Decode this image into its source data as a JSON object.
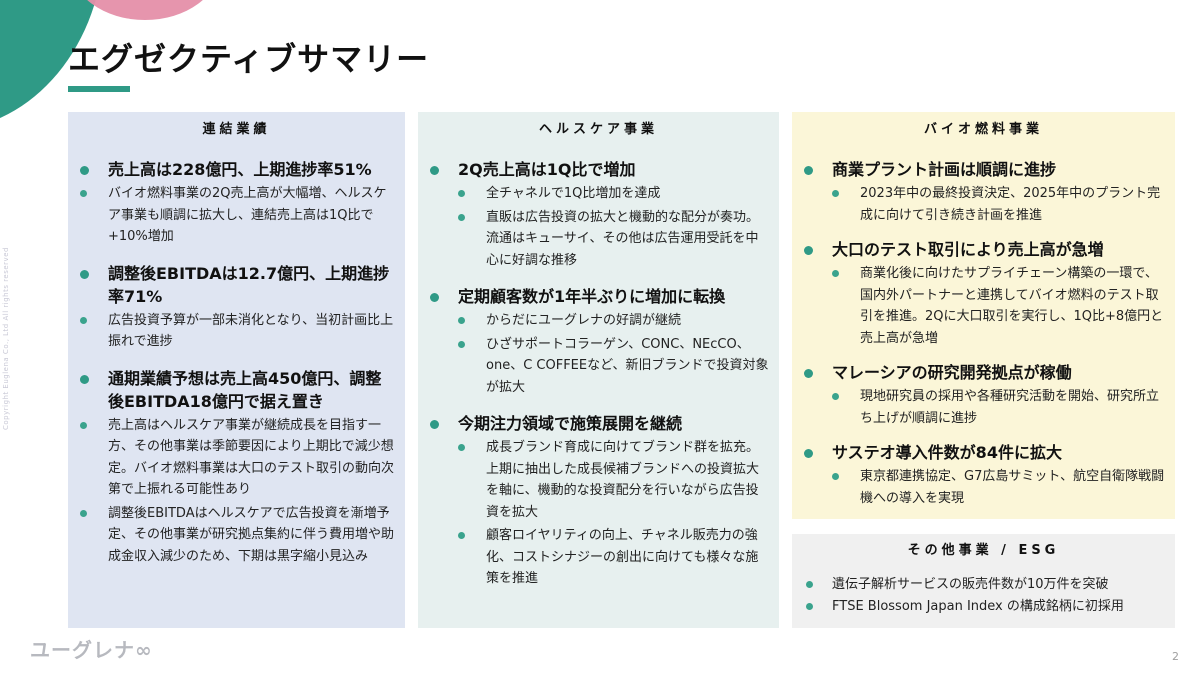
{
  "title": "エグゼクティブサマリー",
  "copyright": "Copyright Euglena Co., Ltd All rights reserved",
  "logo_text": "ユーグレナ∞",
  "page_number": "2",
  "accent_color": "#2f9a86",
  "columns": {
    "consolidated": {
      "header": "連結業績",
      "sections": [
        {
          "title": "売上高は228億円、上期進捗率51%",
          "items": [
            "バイオ燃料事業の2Q売上高が大幅増、ヘルスケア事業も順調に拡大し、連結売上高は1Q比で+10%増加"
          ]
        },
        {
          "title": "調整後EBITDAは12.7億円、上期進捗率71%",
          "items": [
            "広告投資予算が一部未消化となり、当初計画比上振れで進捗"
          ]
        },
        {
          "title": "通期業績予想は売上高450億円、調整後EBITDA18億円で据え置き",
          "items": [
            "売上高はヘルスケア事業が継続成長を目指す一方、その他事業は季節要因により上期比で減少想定。バイオ燃料事業は大口のテスト取引の動向次第で上振れる可能性あり",
            "調整後EBITDAはヘルスケアで広告投資を漸増予定、その他事業が研究拠点集約に伴う費用増や助成金収入減少のため、下期は黒字縮小見込み"
          ]
        }
      ]
    },
    "healthcare": {
      "header": "ヘルスケア事業",
      "sections": [
        {
          "title": "2Q売上高は1Q比で増加",
          "items": [
            "全チャネルで1Q比増加を達成",
            "直販は広告投資の拡大と機動的な配分が奏功。流通はキューサイ、その他は広告運用受託を中心に好調な推移"
          ]
        },
        {
          "title": "定期顧客数が1年半ぶりに増加に転換",
          "items": [
            "からだにユーグレナの好調が継続",
            "ひざサポートコラーゲン、CONC、NEcCO、one、C COFFEEなど、新旧ブランドで投資対象が拡大"
          ]
        },
        {
          "title": "今期注力領域で施策展開を継続",
          "items": [
            "成長ブランド育成に向けてブランド群を拡充。上期に抽出した成長候補ブランドへの投資拡大を軸に、機動的な投資配分を行いながら広告投資を拡大",
            "顧客ロイヤリティの向上、チャネル販売力の強化、コストシナジーの創出に向けても様々な施策を推進"
          ]
        }
      ]
    },
    "biofuel": {
      "header": "バイオ燃料事業",
      "sections": [
        {
          "title": "商業プラント計画は順調に進捗",
          "items": [
            "2023年中の最終投資決定、2025年中のプラント完成に向けて引き続き計画を推進"
          ]
        },
        {
          "title": "大口のテスト取引により売上高が急増",
          "items": [
            "商業化後に向けたサプライチェーン構築の一環で、国内外パートナーと連携してバイオ燃料のテスト取引を推進。2Qに大口取引を実行し、1Q比+8億円と売上高が急増"
          ]
        },
        {
          "title": "マレーシアの研究開発拠点が稼働",
          "items": [
            "現地研究員の採用や各種研究活動を開始、研究所立ち上げが順調に進捗"
          ]
        },
        {
          "title": "サステオ導入件数が84件に拡大",
          "items": [
            "東京都連携協定、G7広島サミット、航空自衛隊戦闘機への導入を実現"
          ]
        }
      ]
    },
    "other": {
      "header": "その他事業 / ESG",
      "items": [
        "遺伝子解析サービスの販売件数が10万件を突破",
        "FTSE Blossom Japan Index の構成銘柄に初採用"
      ]
    }
  }
}
